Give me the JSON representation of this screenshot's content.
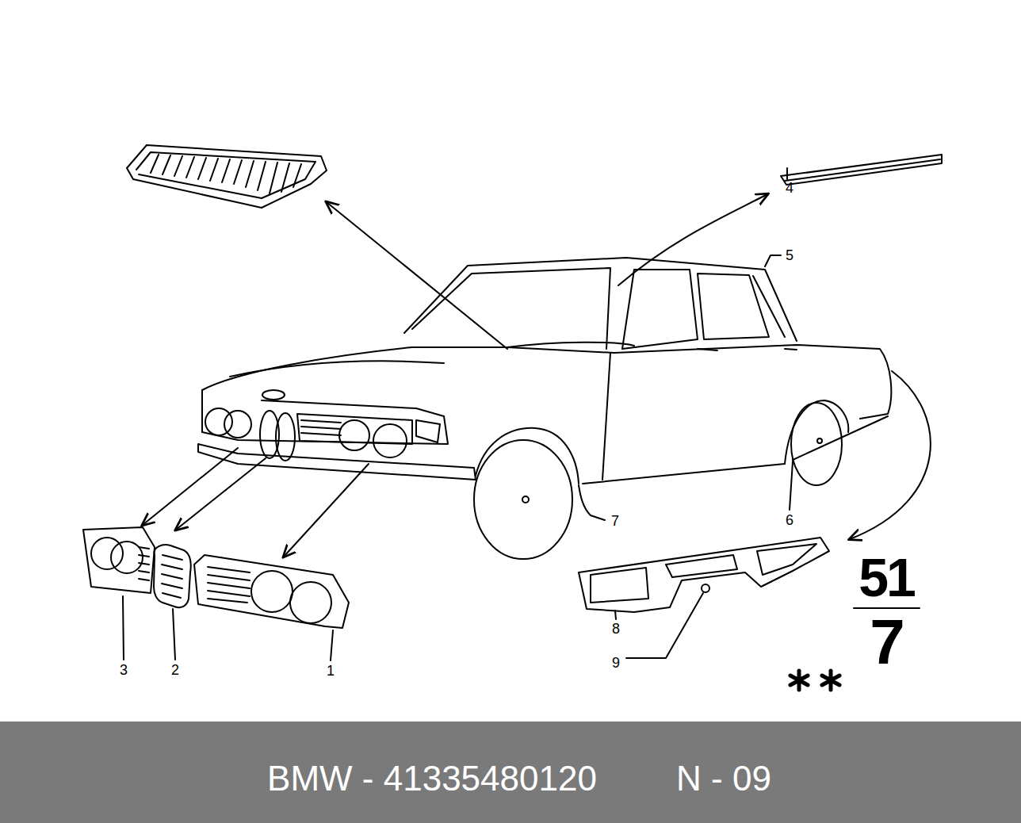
{
  "diagram": {
    "labels": [
      "4",
      "5",
      "3",
      "2",
      "1",
      "7",
      "6",
      "8",
      "9",
      "51",
      "7",
      "BMW - 41335480120",
      "N - 09"
    ]
  }
}
